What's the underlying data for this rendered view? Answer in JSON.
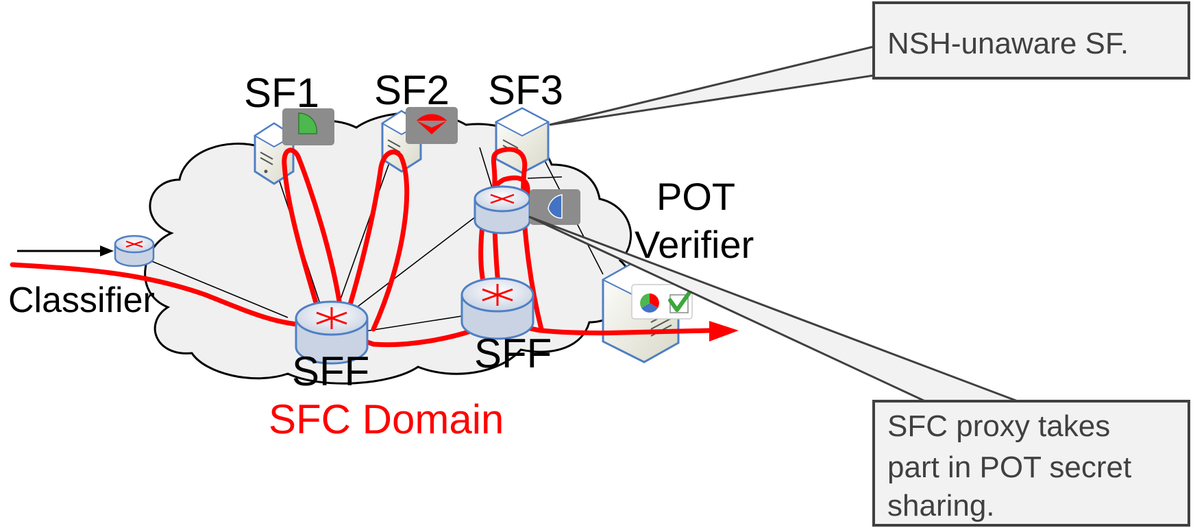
{
  "labels": {
    "sf1": "SF1",
    "sf2": "SF2",
    "sf3": "SF3",
    "pot_line1": "POT",
    "pot_line2": "Verifier",
    "classifier": "Classifier",
    "sff_left": "SFF",
    "sff_right": "SFF",
    "domain": "SFC Domain"
  },
  "callouts": {
    "top": "NSH-unaware SF.",
    "bottom_line1": "SFC proxy takes",
    "bottom_line2": "part in POT secret",
    "bottom_line3": "sharing."
  },
  "colors": {
    "path": "#ff0000",
    "domain_label": "#ff0000",
    "cloud_fill": "#f0f0f0",
    "callout_fill": "#f2f2f2",
    "callout_border": "#404040",
    "device_blue": "#4f7fc4",
    "badge_gray": "#8c8c8c",
    "share_green": "#4db84d",
    "share_red": "#ff0000",
    "share_blue": "#4472c4"
  },
  "icons": [
    "server-icon",
    "router-icon",
    "pie-share-icon",
    "checkmark-icon",
    "arrow-icon"
  ]
}
